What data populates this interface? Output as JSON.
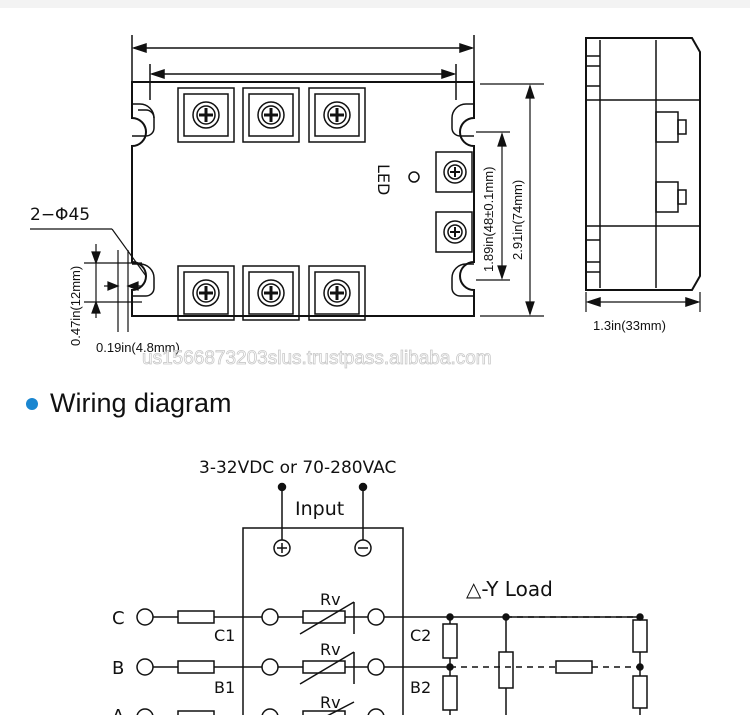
{
  "dimensions": {
    "hole_spec": "2−Φ45",
    "height_small": "0.47in(12mm)",
    "width_small": "0.19in(4.8mm)",
    "pitch": "1.89in(48±0.1mm)",
    "height_total": "2.91in(74mm)",
    "depth": "1.3in(33mm)",
    "led_label": "LED"
  },
  "watermark": "us1566873203slus.trustpass.alibaba.com",
  "section": {
    "title": "Wiring diagram",
    "bullet_color": "#1a86d0"
  },
  "wiring": {
    "supply": "3-32VDC or 70-280VAC",
    "input_label": "Input",
    "plus": "⊕",
    "minus": "⊖",
    "load_label": "△-Y Load",
    "phases": [
      "C",
      "B",
      "A"
    ],
    "outputs_left": [
      "C1",
      "B1"
    ],
    "outputs_right": [
      "C2",
      "B2"
    ],
    "varistor": "Rv"
  }
}
